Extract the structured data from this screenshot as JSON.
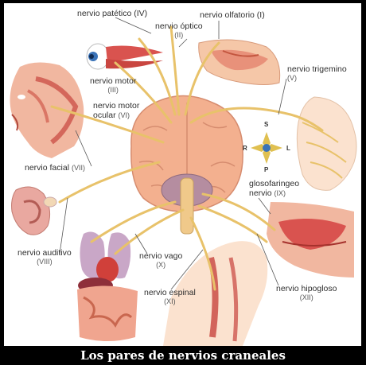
{
  "labels": {
    "patetico": {
      "name": "nervio patético",
      "num": "(IV)"
    },
    "optico": {
      "name": "nervio óptico",
      "num": "(II)"
    },
    "olfatorio": {
      "name": "nervio olfatorio",
      "num": "(I)"
    },
    "motor": {
      "name": "nervio motor",
      "num": "(III)"
    },
    "motor_ocular": {
      "name1": "nervio motor",
      "name2": "ocular",
      "num": "(VI)"
    },
    "trigemino": {
      "name": "nervio trigemino",
      "num": "(V)"
    },
    "facial": {
      "name": "nervio facial",
      "num": "(VII)"
    },
    "glosofaringeo": {
      "name1": "glosofaringeo",
      "name2": "nervio",
      "num": "(IX)"
    },
    "auditivo": {
      "name": "nervio auditivo",
      "num": "(VIII)"
    },
    "vago": {
      "name": "nervio vago",
      "num": "(X)"
    },
    "espinal": {
      "name": "nervio espinal",
      "num": "(XI)"
    },
    "hipogloso": {
      "name": "nervio hipogloso",
      "num": "(XII)"
    }
  },
  "compass": {
    "top": "S",
    "bottom": "P",
    "left": "R",
    "right": "L"
  },
  "caption": "Los pares de nervios craneales",
  "colors": {
    "nerve": "#e8c26a",
    "brain": "#f3b08f",
    "muscle": "#d9534f",
    "skin": "#f6d3b8"
  }
}
